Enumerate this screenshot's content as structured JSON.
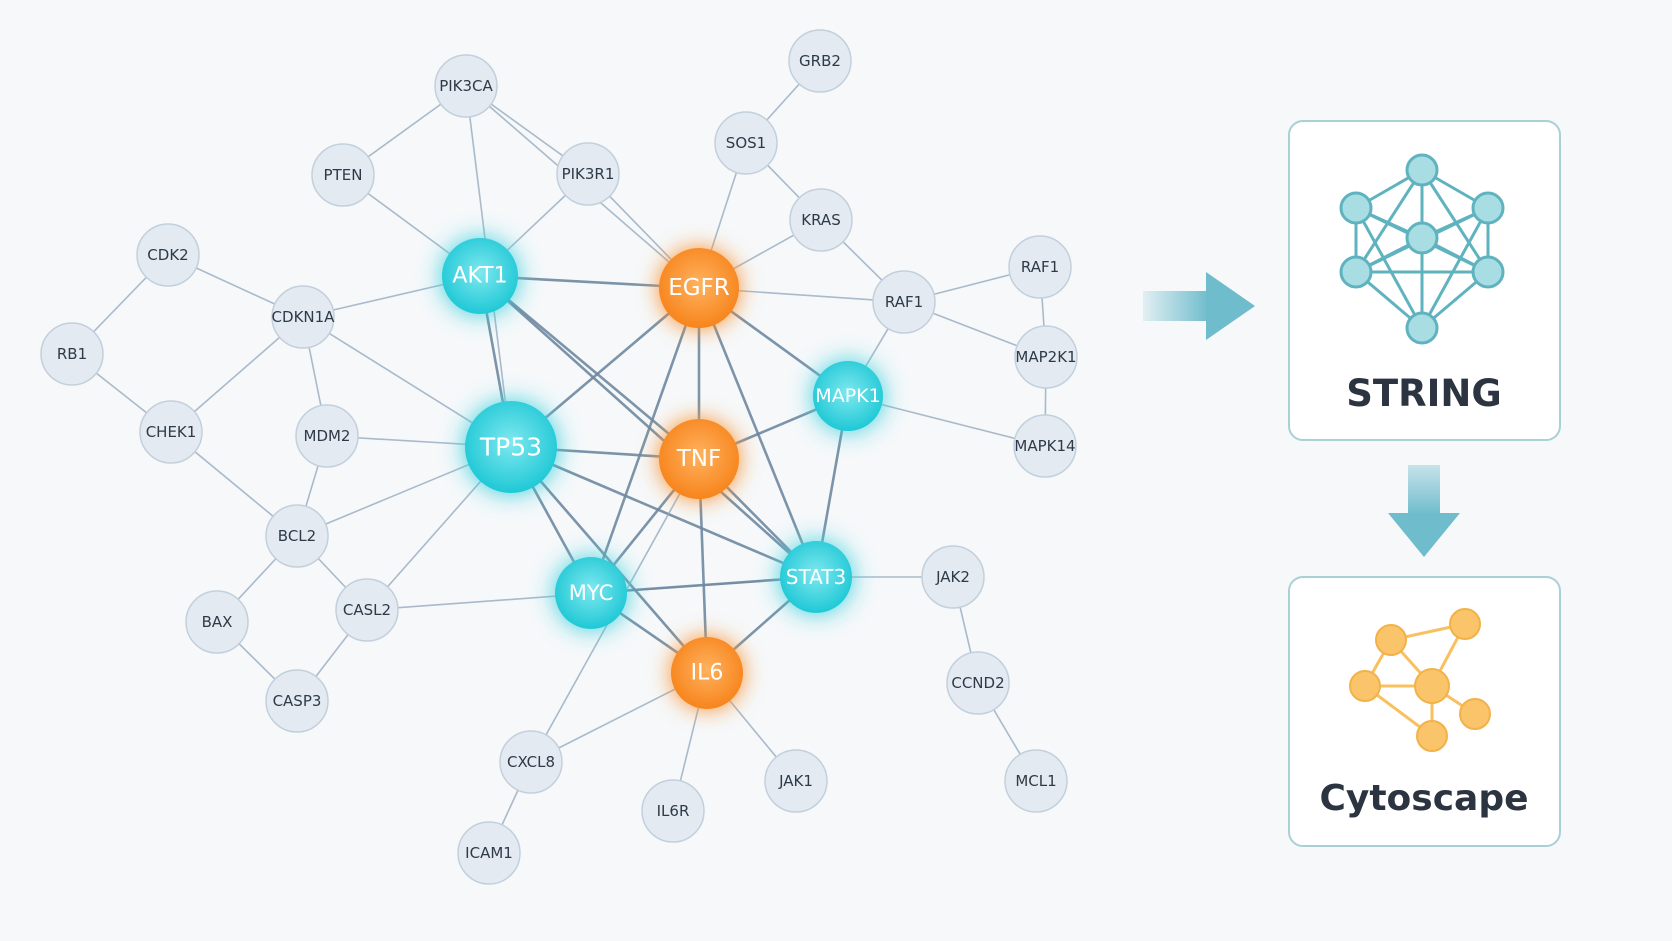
{
  "nodes": [
    {
      "id": "pik3ca",
      "label": "PIK3CA",
      "type": "minor"
    },
    {
      "id": "grb2",
      "label": "GRB2",
      "type": "minor"
    },
    {
      "id": "pten",
      "label": "PTEN",
      "type": "minor"
    },
    {
      "id": "pik3r1",
      "label": "PIK3R1",
      "type": "minor"
    },
    {
      "id": "sos1",
      "label": "SOS1",
      "type": "minor"
    },
    {
      "id": "kras",
      "label": "KRAS",
      "type": "minor"
    },
    {
      "id": "cdk2",
      "label": "CDK2",
      "type": "minor"
    },
    {
      "id": "raf1a",
      "label": "RAF1",
      "type": "minor"
    },
    {
      "id": "raf1b",
      "label": "RAF1",
      "type": "minor"
    },
    {
      "id": "cdkn1a",
      "label": "CDKN1A",
      "type": "minor"
    },
    {
      "id": "rb1",
      "label": "RB1",
      "type": "minor"
    },
    {
      "id": "map2k1",
      "label": "MAP2K1",
      "type": "minor"
    },
    {
      "id": "chek1",
      "label": "CHEK1",
      "type": "minor"
    },
    {
      "id": "mdm2",
      "label": "MDM2",
      "type": "minor"
    },
    {
      "id": "mapk14",
      "label": "MAPK14",
      "type": "minor"
    },
    {
      "id": "bcl2",
      "label": "BCL2",
      "type": "minor"
    },
    {
      "id": "jak2",
      "label": "JAK2",
      "type": "minor"
    },
    {
      "id": "bax",
      "label": "BAX",
      "type": "minor"
    },
    {
      "id": "casl2",
      "label": "CASL2",
      "type": "minor"
    },
    {
      "id": "ccnd2",
      "label": "CCND2",
      "type": "minor"
    },
    {
      "id": "casp3",
      "label": "CASP3",
      "type": "minor"
    },
    {
      "id": "cxcl8",
      "label": "CXCL8",
      "type": "minor"
    },
    {
      "id": "jak1",
      "label": "JAK1",
      "type": "minor"
    },
    {
      "id": "mcl1",
      "label": "MCL1",
      "type": "minor"
    },
    {
      "id": "il6r",
      "label": "IL6R",
      "type": "minor"
    },
    {
      "id": "icam1",
      "label": "ICAM1",
      "type": "minor"
    },
    {
      "id": "akt1",
      "label": "AKT1",
      "type": "hub-cyan"
    },
    {
      "id": "egfr",
      "label": "EGFR",
      "type": "hub-orange"
    },
    {
      "id": "tp53",
      "label": "TP53",
      "type": "hub-cyan"
    },
    {
      "id": "tnf",
      "label": "TNF",
      "type": "hub-orange"
    },
    {
      "id": "mapk1",
      "label": "MAPK1",
      "type": "hub-cyan"
    },
    {
      "id": "myc",
      "label": "MYC",
      "type": "hub-cyan"
    },
    {
      "id": "stat3",
      "label": "STAT3",
      "type": "hub-cyan"
    },
    {
      "id": "il6",
      "label": "IL6",
      "type": "hub-orange"
    }
  ],
  "edges": [
    [
      "pten",
      "pik3ca"
    ],
    [
      "pik3ca",
      "pik3r1"
    ],
    [
      "pik3ca",
      "tp53"
    ],
    [
      "pik3ca",
      "egfr"
    ],
    [
      "pten",
      "akt1"
    ],
    [
      "pik3r1",
      "akt1"
    ],
    [
      "pik3r1",
      "egfr"
    ],
    [
      "grb2",
      "sos1"
    ],
    [
      "sos1",
      "kras"
    ],
    [
      "sos1",
      "egfr"
    ],
    [
      "kras",
      "egfr"
    ],
    [
      "kras",
      "raf1b"
    ],
    [
      "cdk2",
      "rb1"
    ],
    [
      "cdk2",
      "cdkn1a"
    ],
    [
      "rb1",
      "chek1"
    ],
    [
      "chek1",
      "cdkn1a"
    ],
    [
      "chek1",
      "bcl2"
    ],
    [
      "cdkn1a",
      "akt1"
    ],
    [
      "cdkn1a",
      "tp53"
    ],
    [
      "cdkn1a",
      "mdm2"
    ],
    [
      "mdm2",
      "tp53"
    ],
    [
      "mdm2",
      "bcl2"
    ],
    [
      "bcl2",
      "tp53"
    ],
    [
      "bcl2",
      "bax"
    ],
    [
      "bcl2",
      "casl2"
    ],
    [
      "bax",
      "casp3"
    ],
    [
      "casp3",
      "casl2"
    ],
    [
      "casl2",
      "tp53"
    ],
    [
      "casl2",
      "stat3"
    ],
    [
      "akt1",
      "egfr"
    ],
    [
      "akt1",
      "tp53"
    ],
    [
      "akt1",
      "tnf"
    ],
    [
      "akt1",
      "stat3"
    ],
    [
      "egfr",
      "tp53"
    ],
    [
      "egfr",
      "tnf"
    ],
    [
      "egfr",
      "mapk1"
    ],
    [
      "egfr",
      "raf1b"
    ],
    [
      "egfr",
      "myc"
    ],
    [
      "egfr",
      "stat3"
    ],
    [
      "tp53",
      "tnf"
    ],
    [
      "tp53",
      "myc"
    ],
    [
      "tp53",
      "stat3"
    ],
    [
      "tp53",
      "il6"
    ],
    [
      "tnf",
      "mapk1"
    ],
    [
      "tnf",
      "myc"
    ],
    [
      "tnf",
      "stat3"
    ],
    [
      "tnf",
      "il6"
    ],
    [
      "mapk1",
      "raf1b"
    ],
    [
      "mapk1",
      "stat3"
    ],
    [
      "mapk1",
      "mapk14"
    ],
    [
      "raf1b",
      "raf1a"
    ],
    [
      "raf1b",
      "map2k1"
    ],
    [
      "raf1a",
      "map2k1"
    ],
    [
      "map2k1",
      "mapk14"
    ],
    [
      "myc",
      "stat3"
    ],
    [
      "myc",
      "il6"
    ],
    [
      "stat3",
      "il6"
    ],
    [
      "stat3",
      "jak2"
    ],
    [
      "jak2",
      "ccnd2"
    ],
    [
      "ccnd2",
      "mcl1"
    ],
    [
      "il6",
      "cxcl8"
    ],
    [
      "il6",
      "il6r"
    ],
    [
      "il6",
      "jak1"
    ],
    [
      "cxcl8",
      "icam1"
    ],
    [
      "cxcl8",
      "tnf"
    ]
  ],
  "tools": {
    "string_label": "STRING",
    "cytoscape_label": "Cytoscape"
  },
  "colors": {
    "background": "#f6f8fa",
    "minor_fill": "#e3eaf2",
    "minor_stroke": "#c3d0dc",
    "edge": "#8fa6bb",
    "cyan": "#2fd2de",
    "orange": "#fb8a22",
    "teal_icon": "#5fb3bf",
    "amber_icon": "#f8c05e",
    "arrow": "#6fbccc",
    "panel_border": "#a9d0d6"
  }
}
